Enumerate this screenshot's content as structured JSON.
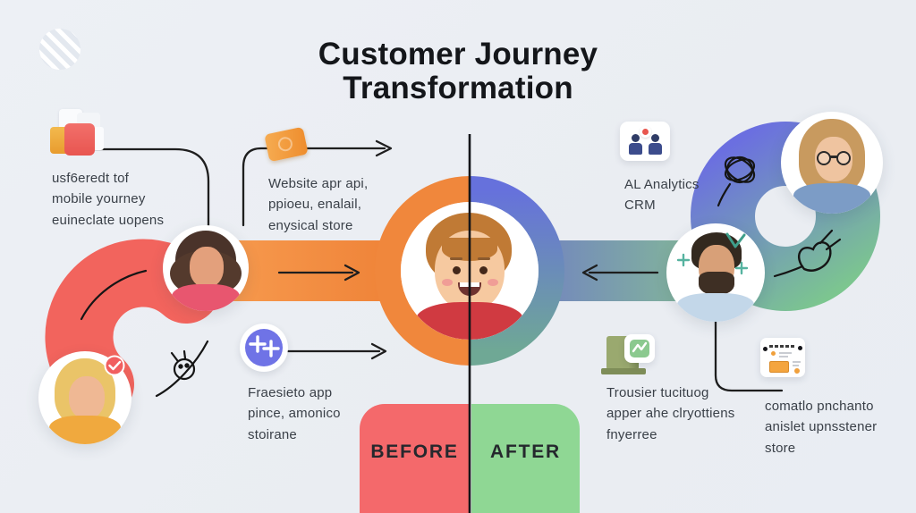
{
  "title": {
    "line1": "Customer Journey",
    "line2": "Transformation"
  },
  "sections": {
    "before_label": "BEFORE",
    "after_label": "AFTER"
  },
  "annotations": {
    "touchpoints_left": "usf6eredt tof\nmobile yourney\neuineclate uopens",
    "channels_top": "Website apr api,\nppioeu, enalail,\nenysical store",
    "app_left": "Fraesieto app\npince, amonico\nstoirane",
    "ai_analytics": "AL Analytics\nCRM",
    "customer_insights": "Trousier tucituog\napper ahe clryottiens\nfnyerree",
    "store_right": "comatlo pnchanto\nanislet upnsstener\nstore"
  },
  "icons": {
    "logo": "striped-circle-logo",
    "left_cluster": "product-boxes-icon",
    "on_top_line": "orange-card-icon",
    "app_badge": "purple-plus-badge-icon",
    "analytics_card": "people-analytics-card-icon",
    "insights_card": "ledger-chart-icon",
    "store_card": "receipt-card-icon",
    "blonde_badge": "check-badge-icon",
    "doodles": [
      "curve-sketch",
      "ladybug-doodle",
      "scribble-ball-doodle",
      "heart-arrow-doodle",
      "teal-chevron",
      "teal-plus"
    ]
  },
  "colors": {
    "background": "#ECEFF4",
    "before_red": "#F4696B",
    "after_green": "#8FD794",
    "journey_red": "#F2645D",
    "journey_orange": "#F0873C",
    "journey_purple": "#6B6FE0",
    "journey_green": "#7CC68F",
    "accent_teal": "#3E9E8A",
    "icon_purple": "#6F73E6",
    "line_black": "#1E1E1E"
  }
}
